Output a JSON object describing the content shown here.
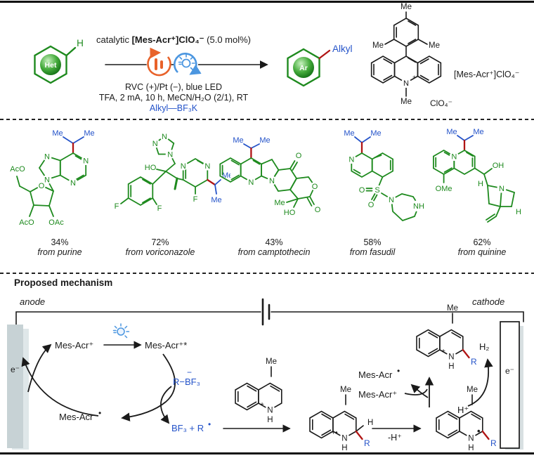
{
  "scheme": {
    "cond_prefix": "catalytic ",
    "catalyst_bold": "[Mes-Acr⁺]ClO₄⁻",
    "cond_suffix": " (5.0 mol%)",
    "line2": "RVC (+)/Pt (−), blue LED",
    "line3": "TFA, 2 mA, 10 h, MeCN/H₂O (2/1), RT",
    "line4": "Alkyl—BF₃K",
    "catalyst_label": "[Mes-Acr⁺]ClO₄⁻",
    "counterion": "ClO₄⁻"
  },
  "atoms": {
    "me": "Me",
    "n": "N",
    "h": "H",
    "r": "R",
    "o": "O",
    "f": "F",
    "s": "S",
    "oh": "OH",
    "ho": "HO",
    "ome": "OMe",
    "aco": "AcO",
    "oac": "OAc",
    "nh": "NH",
    "plus": "+",
    "radical": "•",
    "plus_radical": "+•",
    "minus": "−",
    "h2": "H₂",
    "hplus": "H⁺",
    "e": "e⁻",
    "het": "Het",
    "ar": "Ar",
    "alkyl": "Alkyl"
  },
  "products": [
    {
      "yield": "34%",
      "source": "from purine"
    },
    {
      "yield": "72%",
      "source": "from voriconazole"
    },
    {
      "yield": "43%",
      "source": "from camptothecin"
    },
    {
      "yield": "58%",
      "source": "from fasudil"
    },
    {
      "yield": "62%",
      "source": "from quinine"
    }
  ],
  "mechanism": {
    "title": "Proposed mechanism",
    "anode": "anode",
    "cathode": "cathode",
    "mesacr_plus": "Mes-Acr⁺",
    "mesacr_excited": "Mes-Acr⁺*",
    "mesacr": "Mes-Acr",
    "rbf3": "R−BF₃",
    "rbf3_charge": "−",
    "bf3_r": "BF₃ + R",
    "minus_h": "-H⁺"
  },
  "colors": {
    "green": "#1e8a1e",
    "blue": "#2453c9",
    "red": "#b01414",
    "orange": "#e8622a",
    "light_blue": "#4b96e0",
    "ink": "#1a1a1a",
    "electrode_gray": "#c7d2d5"
  }
}
